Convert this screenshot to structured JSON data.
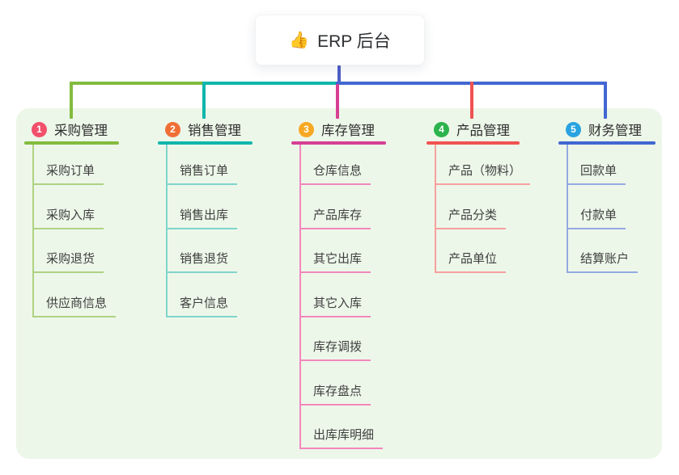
{
  "root": {
    "icon": "👍",
    "title": "ERP 后台"
  },
  "colors": {
    "page_bg": "#ffffff",
    "panel_bg": "#edf7e9",
    "node_bg": "#ffffff",
    "root_line": "#4f5fc8",
    "title_text": "#2e2e2e",
    "child_text": "#3f3f3f"
  },
  "branches": [
    {
      "number": "1",
      "label": "采购管理",
      "badge_color": "#f2506b",
      "line_color": "#82bb3f",
      "light_line_color": "#aed283",
      "children": [
        "采购订单",
        "采购入库",
        "采购退货",
        "供应商信息"
      ]
    },
    {
      "number": "2",
      "label": "销售管理",
      "badge_color": "#f06e35",
      "line_color": "#10b6ac",
      "light_line_color": "#7fd4cc",
      "children": [
        "销售订单",
        "销售出库",
        "销售退货",
        "客户信息"
      ]
    },
    {
      "number": "3",
      "label": "库存管理",
      "badge_color": "#f7a823",
      "line_color": "#d63f94",
      "light_line_color": "#f287be",
      "children": [
        "仓库信息",
        "产品库存",
        "其它出库",
        "其它入库",
        "库存调拨",
        "库存盘点",
        "出库库明细"
      ]
    },
    {
      "number": "4",
      "label": "产品管理",
      "badge_color": "#2cb34d",
      "line_color": "#f05251",
      "light_line_color": "#f6a09e",
      "children": [
        "产品（物料）",
        "产品分类",
        "产品单位"
      ]
    },
    {
      "number": "5",
      "label": "财务管理",
      "badge_color": "#29a3e0",
      "line_color": "#4167d2",
      "light_line_color": "#94aae3",
      "children": [
        "回款单",
        "付款单",
        "结算账户"
      ]
    }
  ]
}
